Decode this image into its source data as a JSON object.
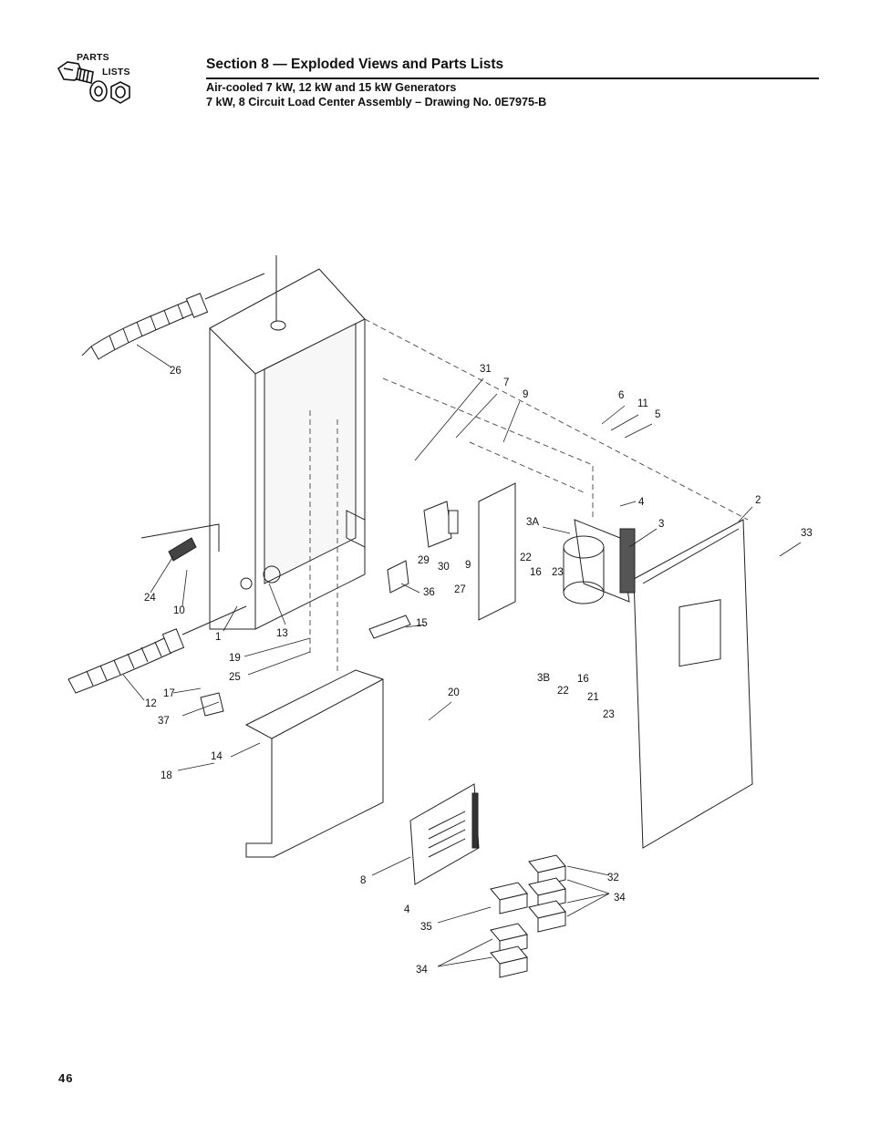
{
  "header": {
    "logo_line1": "PARTS",
    "logo_line2": "LISTS",
    "section_title": "Section 8 — Exploded Views and Parts Lists",
    "subtitle_line1": "Air-cooled 7 kW, 12 kW and 15 kW Generators",
    "subtitle_line2": "7 kW, 8 Circuit Load Center Assembly – Drawing No. 0E7975-B"
  },
  "callouts": [
    "26",
    "31",
    "7",
    "9",
    "6",
    "11",
    "5",
    "2",
    "33",
    "4",
    "3",
    "3A",
    "29",
    "30",
    "9",
    "27",
    "24",
    "10",
    "1",
    "13",
    "36",
    "22",
    "16",
    "23",
    "15",
    "19",
    "25",
    "12",
    "17",
    "37",
    "20",
    "3B",
    "22",
    "16",
    "21",
    "23",
    "14",
    "18",
    "8",
    "32",
    "34",
    "4",
    "35",
    "34"
  ],
  "footer": {
    "page_number": "46"
  }
}
